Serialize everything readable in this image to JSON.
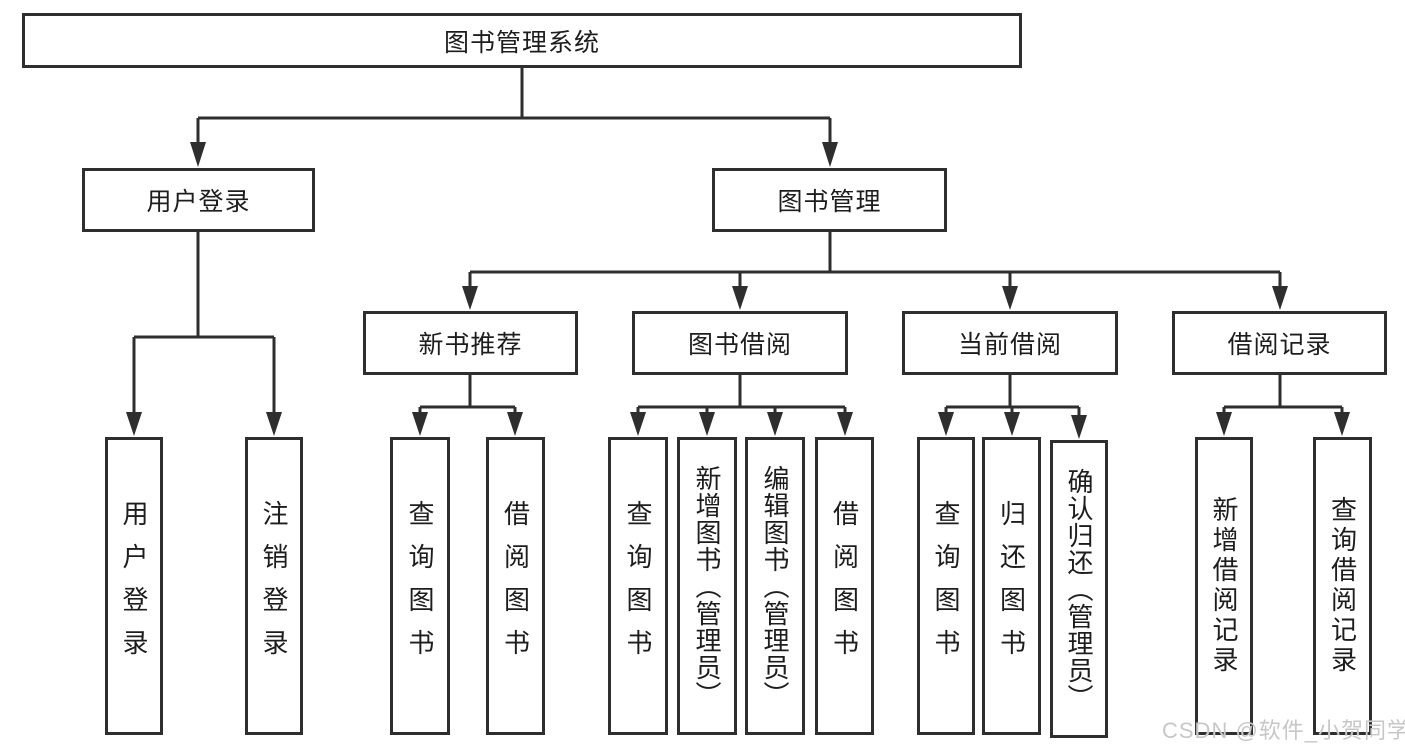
{
  "diagram": {
    "type": "feature-tree",
    "colors": {
      "line": "#2e2e2e",
      "box_border": "#2e2e2e",
      "box_background": "#ffffff",
      "text": "#1d1d1d",
      "watermark": "#c7c7c7",
      "page_background": "#ffffff"
    }
  },
  "tree": {
    "label": "图书管理系统",
    "children": [
      {
        "label": "用户登录",
        "children": [
          {
            "label": "用户登录"
          },
          {
            "label": "注销登录"
          }
        ]
      },
      {
        "label": "图书管理",
        "children": [
          {
            "label": "新书推荐",
            "children": [
              {
                "label": "查询图书"
              },
              {
                "label": "借阅图书"
              }
            ]
          },
          {
            "label": "图书借阅",
            "children": [
              {
                "label": "查询图书"
              },
              {
                "label": "新增图书（管理员）"
              },
              {
                "label": "编辑图书（管理员）"
              },
              {
                "label": "借阅图书"
              }
            ]
          },
          {
            "label": "当前借阅",
            "children": [
              {
                "label": "查询图书"
              },
              {
                "label": "归还图书"
              },
              {
                "label": "确认归还（管理员）"
              }
            ]
          },
          {
            "label": "借阅记录",
            "children": [
              {
                "label": "新增借阅记录"
              },
              {
                "label": "查询借阅记录"
              }
            ]
          }
        ]
      }
    ]
  },
  "watermark": {
    "text": "CSDN @软件_小贺同学"
  }
}
